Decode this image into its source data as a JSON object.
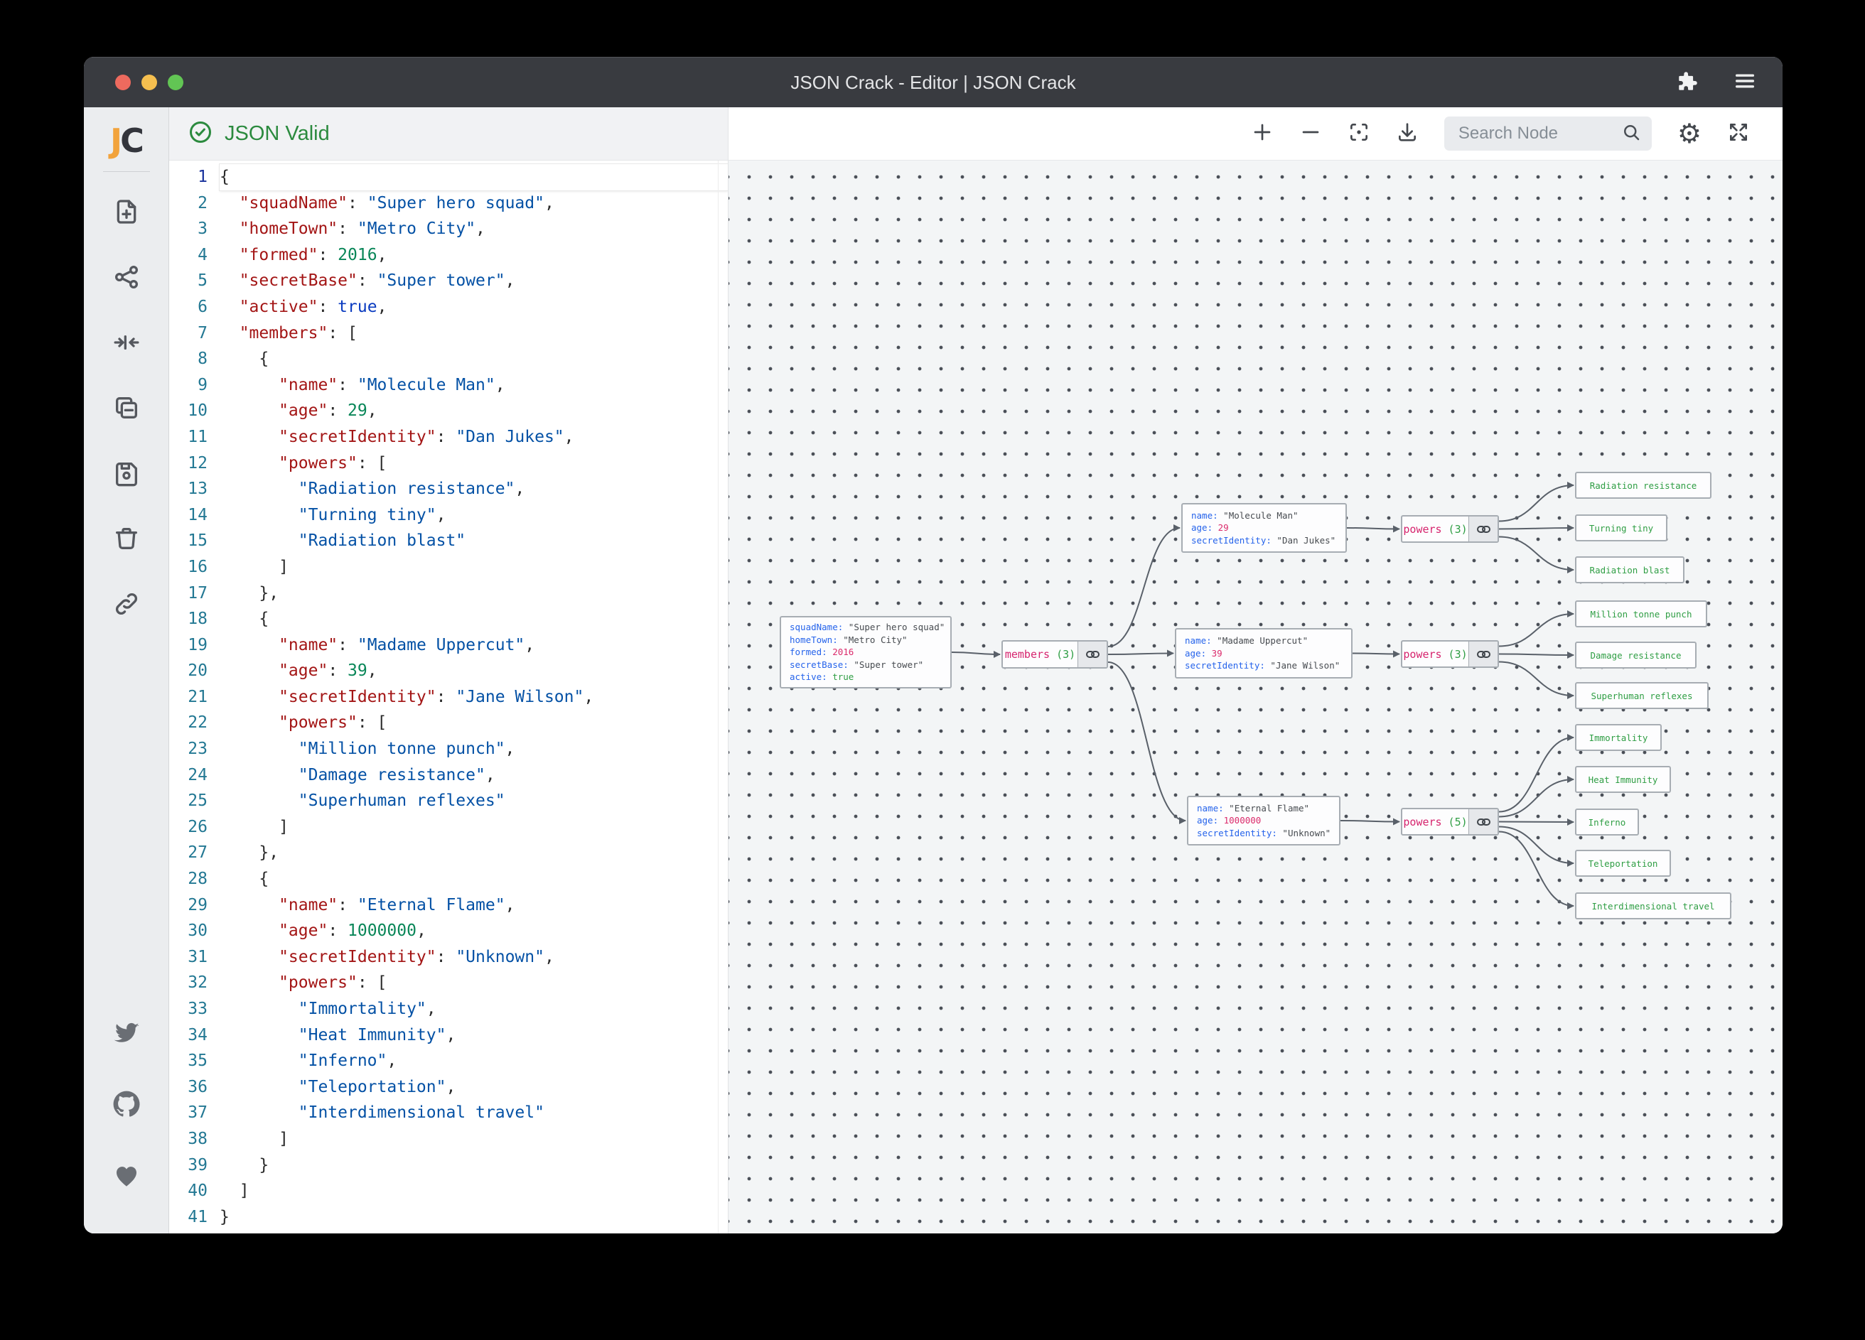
{
  "titlebar": {
    "title": "JSON Crack - Editor | JSON Crack",
    "icons": {
      "extension": "puzzle-icon",
      "menu": "hamburger-icon"
    }
  },
  "sidebar": {
    "logo_j": "J",
    "logo_c": "C",
    "tools": [
      {
        "id": "new-document",
        "icon": "file-plus-icon"
      },
      {
        "id": "graph-view",
        "icon": "share-graph-icon"
      },
      {
        "id": "center-view",
        "icon": "collapse-horizontal-icon"
      },
      {
        "id": "copy",
        "icon": "copy-icon"
      },
      {
        "id": "save",
        "icon": "floppy-save-icon"
      },
      {
        "id": "delete",
        "icon": "trash-icon"
      },
      {
        "id": "share-link",
        "icon": "link-icon"
      }
    ],
    "social": [
      {
        "id": "twitter",
        "icon": "twitter-icon"
      },
      {
        "id": "github",
        "icon": "github-icon"
      },
      {
        "id": "sponsor",
        "icon": "heart-icon"
      }
    ]
  },
  "editor": {
    "status": "JSON Valid",
    "lines": [
      {
        "i": 0,
        "seg": [
          [
            "p",
            "{"
          ]
        ]
      },
      {
        "i": 1,
        "seg": [
          [
            "k",
            "\"squadName\""
          ],
          [
            "p",
            ": "
          ],
          [
            "s",
            "\"Super hero squad\""
          ],
          [
            "p",
            ","
          ]
        ]
      },
      {
        "i": 1,
        "seg": [
          [
            "k",
            "\"homeTown\""
          ],
          [
            "p",
            ": "
          ],
          [
            "s",
            "\"Metro City\""
          ],
          [
            "p",
            ","
          ]
        ]
      },
      {
        "i": 1,
        "seg": [
          [
            "k",
            "\"formed\""
          ],
          [
            "p",
            ": "
          ],
          [
            "n",
            "2016"
          ],
          [
            "p",
            ","
          ]
        ]
      },
      {
        "i": 1,
        "seg": [
          [
            "k",
            "\"secretBase\""
          ],
          [
            "p",
            ": "
          ],
          [
            "s",
            "\"Super tower\""
          ],
          [
            "p",
            ","
          ]
        ]
      },
      {
        "i": 1,
        "seg": [
          [
            "k",
            "\"active\""
          ],
          [
            "p",
            ": "
          ],
          [
            "b",
            "true"
          ],
          [
            "p",
            ","
          ]
        ]
      },
      {
        "i": 1,
        "seg": [
          [
            "k",
            "\"members\""
          ],
          [
            "p",
            ": ["
          ]
        ]
      },
      {
        "i": 2,
        "seg": [
          [
            "p",
            "{"
          ]
        ]
      },
      {
        "i": 3,
        "seg": [
          [
            "k",
            "\"name\""
          ],
          [
            "p",
            ": "
          ],
          [
            "s",
            "\"Molecule Man\""
          ],
          [
            "p",
            ","
          ]
        ]
      },
      {
        "i": 3,
        "seg": [
          [
            "k",
            "\"age\""
          ],
          [
            "p",
            ": "
          ],
          [
            "n",
            "29"
          ],
          [
            "p",
            ","
          ]
        ]
      },
      {
        "i": 3,
        "seg": [
          [
            "k",
            "\"secretIdentity\""
          ],
          [
            "p",
            ": "
          ],
          [
            "s",
            "\"Dan Jukes\""
          ],
          [
            "p",
            ","
          ]
        ]
      },
      {
        "i": 3,
        "seg": [
          [
            "k",
            "\"powers\""
          ],
          [
            "p",
            ": ["
          ]
        ]
      },
      {
        "i": 4,
        "seg": [
          [
            "s",
            "\"Radiation resistance\""
          ],
          [
            "p",
            ","
          ]
        ]
      },
      {
        "i": 4,
        "seg": [
          [
            "s",
            "\"Turning tiny\""
          ],
          [
            "p",
            ","
          ]
        ]
      },
      {
        "i": 4,
        "seg": [
          [
            "s",
            "\"Radiation blast\""
          ]
        ]
      },
      {
        "i": 3,
        "seg": [
          [
            "p",
            "]"
          ]
        ]
      },
      {
        "i": 2,
        "seg": [
          [
            "p",
            "},"
          ]
        ]
      },
      {
        "i": 2,
        "seg": [
          [
            "p",
            "{"
          ]
        ]
      },
      {
        "i": 3,
        "seg": [
          [
            "k",
            "\"name\""
          ],
          [
            "p",
            ": "
          ],
          [
            "s",
            "\"Madame Uppercut\""
          ],
          [
            "p",
            ","
          ]
        ]
      },
      {
        "i": 3,
        "seg": [
          [
            "k",
            "\"age\""
          ],
          [
            "p",
            ": "
          ],
          [
            "n",
            "39"
          ],
          [
            "p",
            ","
          ]
        ]
      },
      {
        "i": 3,
        "seg": [
          [
            "k",
            "\"secretIdentity\""
          ],
          [
            "p",
            ": "
          ],
          [
            "s",
            "\"Jane Wilson\""
          ],
          [
            "p",
            ","
          ]
        ]
      },
      {
        "i": 3,
        "seg": [
          [
            "k",
            "\"powers\""
          ],
          [
            "p",
            ": ["
          ]
        ]
      },
      {
        "i": 4,
        "seg": [
          [
            "s",
            "\"Million tonne punch\""
          ],
          [
            "p",
            ","
          ]
        ]
      },
      {
        "i": 4,
        "seg": [
          [
            "s",
            "\"Damage resistance\""
          ],
          [
            "p",
            ","
          ]
        ]
      },
      {
        "i": 4,
        "seg": [
          [
            "s",
            "\"Superhuman reflexes\""
          ]
        ]
      },
      {
        "i": 3,
        "seg": [
          [
            "p",
            "]"
          ]
        ]
      },
      {
        "i": 2,
        "seg": [
          [
            "p",
            "},"
          ]
        ]
      },
      {
        "i": 2,
        "seg": [
          [
            "p",
            "{"
          ]
        ]
      },
      {
        "i": 3,
        "seg": [
          [
            "k",
            "\"name\""
          ],
          [
            "p",
            ": "
          ],
          [
            "s",
            "\"Eternal Flame\""
          ],
          [
            "p",
            ","
          ]
        ]
      },
      {
        "i": 3,
        "seg": [
          [
            "k",
            "\"age\""
          ],
          [
            "p",
            ": "
          ],
          [
            "n",
            "1000000"
          ],
          [
            "p",
            ","
          ]
        ]
      },
      {
        "i": 3,
        "seg": [
          [
            "k",
            "\"secretIdentity\""
          ],
          [
            "p",
            ": "
          ],
          [
            "s",
            "\"Unknown\""
          ],
          [
            "p",
            ","
          ]
        ]
      },
      {
        "i": 3,
        "seg": [
          [
            "k",
            "\"powers\""
          ],
          [
            "p",
            ": ["
          ]
        ]
      },
      {
        "i": 4,
        "seg": [
          [
            "s",
            "\"Immortality\""
          ],
          [
            "p",
            ","
          ]
        ]
      },
      {
        "i": 4,
        "seg": [
          [
            "s",
            "\"Heat Immunity\""
          ],
          [
            "p",
            ","
          ]
        ]
      },
      {
        "i": 4,
        "seg": [
          [
            "s",
            "\"Inferno\""
          ],
          [
            "p",
            ","
          ]
        ]
      },
      {
        "i": 4,
        "seg": [
          [
            "s",
            "\"Teleportation\""
          ],
          [
            "p",
            ","
          ]
        ]
      },
      {
        "i": 4,
        "seg": [
          [
            "s",
            "\"Interdimensional travel\""
          ]
        ]
      },
      {
        "i": 3,
        "seg": [
          [
            "p",
            "]"
          ]
        ]
      },
      {
        "i": 2,
        "seg": [
          [
            "p",
            "}"
          ]
        ]
      },
      {
        "i": 1,
        "seg": [
          [
            "p",
            "]"
          ]
        ]
      },
      {
        "i": 0,
        "seg": [
          [
            "p",
            "}"
          ]
        ]
      }
    ]
  },
  "toolbar": {
    "search_placeholder": "Search Node",
    "buttons": [
      "zoom-in",
      "zoom-out",
      "focus",
      "download",
      "settings",
      "fullscreen"
    ]
  },
  "graph": {
    "colors": {
      "leaf_text": "#2f9e44",
      "array_key": "#d6246e",
      "count": "#2f9e44",
      "node_key": "#2563eb",
      "number": "#db2a6b",
      "bool": "#2f9e44",
      "edge": "#596069"
    },
    "nodes": [
      {
        "id": "root",
        "type": "object",
        "rows": [
          {
            "key": "squadName",
            "value": "\"Super hero squad\"",
            "vtype": "str"
          },
          {
            "key": "homeTown",
            "value": "\"Metro City\"",
            "vtype": "str"
          },
          {
            "key": "formed",
            "value": "2016",
            "vtype": "num"
          },
          {
            "key": "secretBase",
            "value": "\"Super tower\"",
            "vtype": "str"
          },
          {
            "key": "active",
            "value": "true",
            "vtype": "bool"
          }
        ]
      },
      {
        "id": "members",
        "type": "array",
        "label": "members",
        "count": "(3)"
      },
      {
        "id": "m1",
        "type": "object",
        "rows": [
          {
            "key": "name",
            "value": "\"Molecule Man\"",
            "vtype": "str"
          },
          {
            "key": "age",
            "value": "29",
            "vtype": "num"
          },
          {
            "key": "secretIdentity",
            "value": "\"Dan Jukes\"",
            "vtype": "str"
          }
        ]
      },
      {
        "id": "p1",
        "type": "array",
        "label": "powers",
        "count": "(3)"
      },
      {
        "id": "l1",
        "type": "leaf",
        "label": "Radiation resistance"
      },
      {
        "id": "l2",
        "type": "leaf",
        "label": "Turning tiny"
      },
      {
        "id": "l3",
        "type": "leaf",
        "label": "Radiation blast"
      },
      {
        "id": "m2",
        "type": "object",
        "rows": [
          {
            "key": "name",
            "value": "\"Madame Uppercut\"",
            "vtype": "str"
          },
          {
            "key": "age",
            "value": "39",
            "vtype": "num"
          },
          {
            "key": "secretIdentity",
            "value": "\"Jane Wilson\"",
            "vtype": "str"
          }
        ]
      },
      {
        "id": "p2",
        "type": "array",
        "label": "powers",
        "count": "(3)"
      },
      {
        "id": "l4",
        "type": "leaf",
        "label": "Million tonne punch"
      },
      {
        "id": "l5",
        "type": "leaf",
        "label": "Damage resistance"
      },
      {
        "id": "l6",
        "type": "leaf",
        "label": "Superhuman reflexes"
      },
      {
        "id": "m3",
        "type": "object",
        "rows": [
          {
            "key": "name",
            "value": "\"Eternal Flame\"",
            "vtype": "str"
          },
          {
            "key": "age",
            "value": "1000000",
            "vtype": "num"
          },
          {
            "key": "secretIdentity",
            "value": "\"Unknown\"",
            "vtype": "str"
          }
        ]
      },
      {
        "id": "p3",
        "type": "array",
        "label": "powers",
        "count": "(5)"
      },
      {
        "id": "l7",
        "type": "leaf",
        "label": "Immortality"
      },
      {
        "id": "l8",
        "type": "leaf",
        "label": "Heat Immunity"
      },
      {
        "id": "l9",
        "type": "leaf",
        "label": "Inferno"
      },
      {
        "id": "l10",
        "type": "leaf",
        "label": "Teleportation"
      },
      {
        "id": "l11",
        "type": "leaf",
        "label": "Interdimensional travel"
      }
    ],
    "edges": [
      [
        "root",
        "members"
      ],
      [
        "members",
        "m1"
      ],
      [
        "members",
        "m2"
      ],
      [
        "members",
        "m3"
      ],
      [
        "m1",
        "p1"
      ],
      [
        "p1",
        "l1"
      ],
      [
        "p1",
        "l2"
      ],
      [
        "p1",
        "l3"
      ],
      [
        "m2",
        "p2"
      ],
      [
        "p2",
        "l4"
      ],
      [
        "p2",
        "l5"
      ],
      [
        "p2",
        "l6"
      ],
      [
        "m3",
        "p3"
      ],
      [
        "p3",
        "l7"
      ],
      [
        "p3",
        "l8"
      ],
      [
        "p3",
        "l9"
      ],
      [
        "p3",
        "l10"
      ],
      [
        "p3",
        "l11"
      ]
    ]
  }
}
